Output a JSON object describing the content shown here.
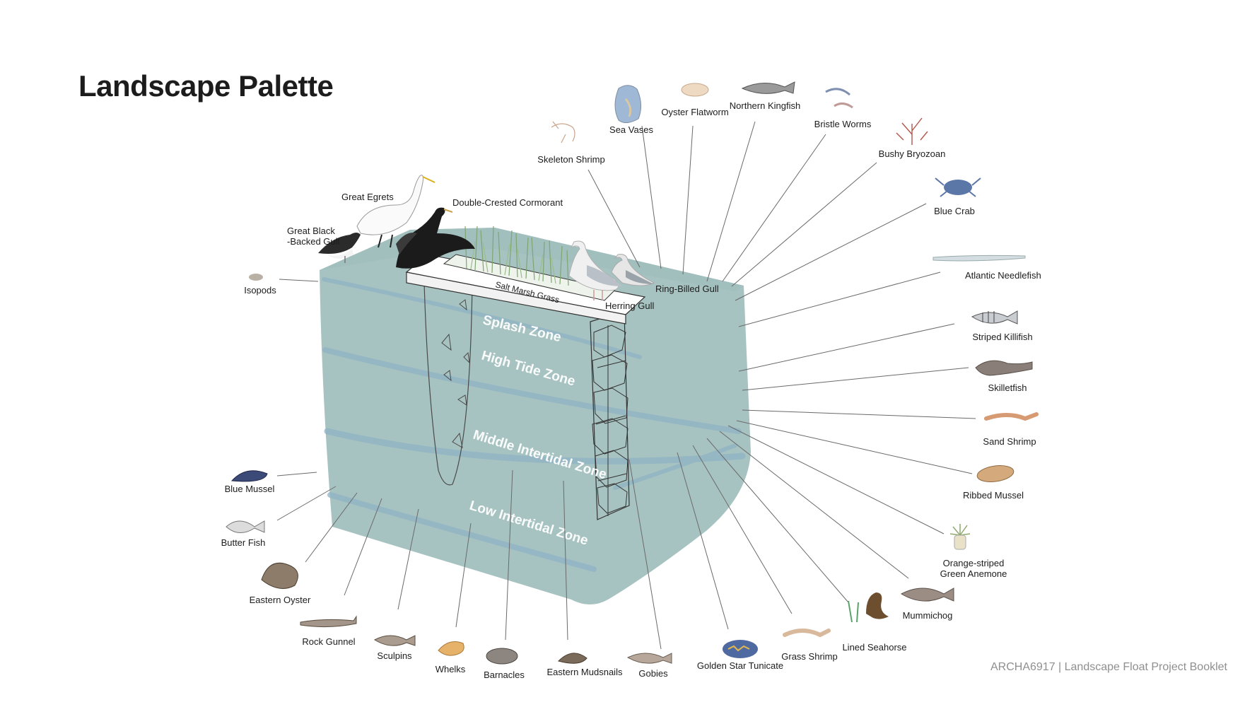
{
  "title": "Landscape Palette",
  "footer": "ARCHA6917 | Landscape Float Project Booklet",
  "zones": {
    "splash": "Splash Zone",
    "high": "High Tide Zone",
    "middle": "Middle Intertidal Zone",
    "low": "Low Intertidal Zone"
  },
  "salt_marsh": "Salt Marsh Grass",
  "colors": {
    "water": "#a7c3c1",
    "water_band": "#8fb3c6",
    "structure": "#ffffff",
    "leader": "#6a6a6a",
    "text": "#1c1c1c",
    "footer": "#8f8f8f"
  },
  "species": {
    "isopods": "Isopods",
    "great_black_backed_gull_1": "Great Black",
    "great_black_backed_gull_2": "-Backed Gull",
    "great_egrets": "Great Egrets",
    "double_crested_cormorant": "Double-Crested Cormorant",
    "skeleton_shrimp": "Skeleton Shrimp",
    "sea_vases": "Sea Vases",
    "oyster_flatworm": "Oyster Flatworm",
    "northern_kingfish": "Northern Kingfish",
    "bristle_worms": "Bristle Worms",
    "bushy_bryozoan": "Bushy Bryozoan",
    "blue_crab": "Blue Crab",
    "ring_billed_gull": "Ring-Billed Gull",
    "herring_gull": "Herring Gull",
    "atlantic_needlefish": "Atlantic Needlefish",
    "striped_killifish": "Striped Killifish",
    "skilletfish": "Skilletfish",
    "sand_shrimp": "Sand Shrimp",
    "ribbed_mussel": "Ribbed Mussel",
    "orange_anemone_1": "Orange-striped",
    "orange_anemone_2": "Green Anemone",
    "mummichog": "Mummichog",
    "lined_seahorse": "Lined Seahorse",
    "grass_shrimp": "Grass Shrimp",
    "golden_star_tunicate": "Golden Star Tunicate",
    "gobies": "Gobies",
    "eastern_mudsnails": "Eastern Mudsnails",
    "barnacles": "Barnacles",
    "whelks": "Whelks",
    "sculpins": "Sculpins",
    "rock_gunnel": "Rock Gunnel",
    "eastern_oyster": "Eastern Oyster",
    "butter_fish": "Butter Fish",
    "blue_mussel": "Blue Mussel"
  }
}
